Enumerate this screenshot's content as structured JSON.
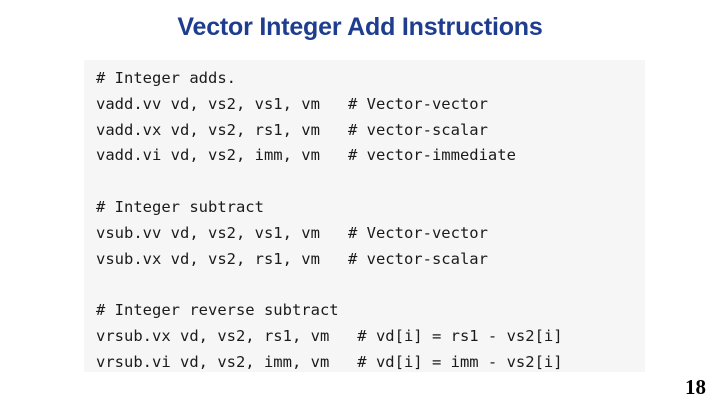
{
  "slide": {
    "title": "Vector Integer Add Instructions",
    "title_color": "#1F3D8F",
    "page_number": "18",
    "background_color": "#ffffff"
  },
  "code_block": {
    "background_color": "#f6f6f6",
    "text_color": "#1b1b1b",
    "language": "riscv-assembly",
    "lines": [
      "# Integer adds.",
      "vadd.vv vd, vs2, vs1, vm   # Vector-vector",
      "vadd.vx vd, vs2, rs1, vm   # vector-scalar",
      "vadd.vi vd, vs2, imm, vm   # vector-immediate",
      "",
      "# Integer subtract",
      "vsub.vv vd, vs2, vs1, vm   # Vector-vector",
      "vsub.vx vd, vs2, rs1, vm   # vector-scalar",
      "",
      "# Integer reverse subtract",
      "vrsub.vx vd, vs2, rs1, vm   # vd[i] = rs1 - vs2[i]",
      "vrsub.vi vd, vs2, imm, vm   # vd[i] = imm - vs2[i]"
    ]
  }
}
